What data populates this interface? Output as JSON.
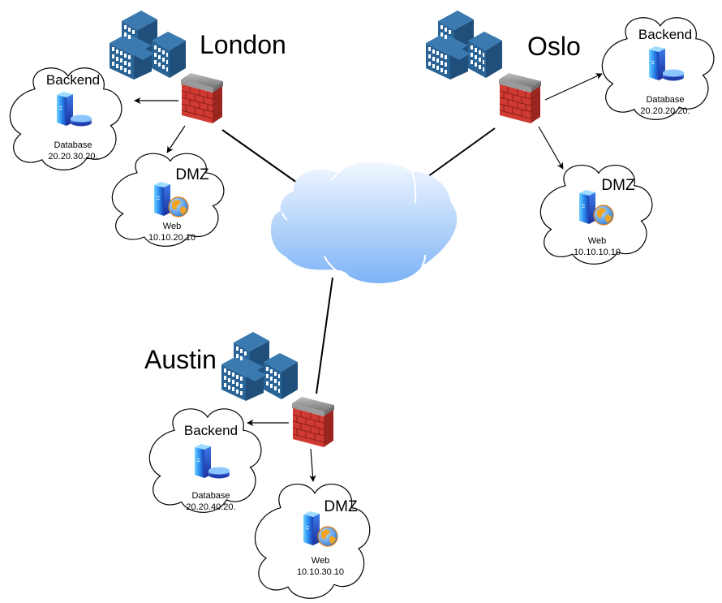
{
  "diagram": {
    "internet": {
      "icon": "cloud-icon",
      "name": "internet-cloud"
    },
    "sites": [
      {
        "name": "London",
        "backend": {
          "zone": "Backend",
          "node_type": "Database",
          "ip": "20.20.30.20."
        },
        "dmz": {
          "zone": "DMZ",
          "node_type": "Web",
          "ip": "10.10.20.10"
        }
      },
      {
        "name": "Oslo",
        "backend": {
          "zone": "Backend",
          "node_type": "Database",
          "ip": "20.20.20.20."
        },
        "dmz": {
          "zone": "DMZ",
          "node_type": "Web",
          "ip": "10.10.10.10"
        }
      },
      {
        "name": "Austin",
        "backend": {
          "zone": "Backend",
          "node_type": "Database",
          "ip": "20.20.40.20."
        },
        "dmz": {
          "zone": "DMZ",
          "node_type": "Web",
          "ip": "10.10.30.10"
        }
      }
    ],
    "colors": {
      "building": "#2a6496",
      "firewall": "#c0392b",
      "cloud_top": "#eef6ff",
      "cloud_bottom": "#7fb4f5",
      "server": "#2f6fe0",
      "line": "#000000"
    }
  }
}
